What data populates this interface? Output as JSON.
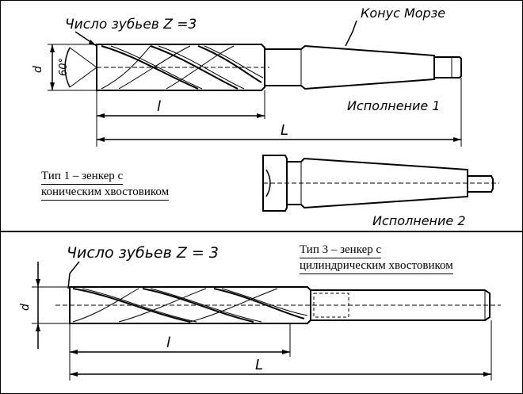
{
  "top": {
    "teeth_label": "Число зубьев Z =3",
    "taper_label": "Конус Морзе",
    "angle_label": "60°",
    "dim_d": "d",
    "dim_l": "l",
    "dim_L": "L",
    "variant1": "Исполнение 1",
    "variant2": "Исполнение 2",
    "caption_line1": "Тип 1 – зенкер с",
    "caption_line2": "коническим хвостовиком"
  },
  "bottom": {
    "teeth_label": "Число зубьев Z = 3",
    "dim_d": "d",
    "dim_l": "l",
    "dim_L": "L",
    "caption_line1": "Тип 3 – зенкер с",
    "caption_line2": "цилиндрическим хвостовиком"
  }
}
